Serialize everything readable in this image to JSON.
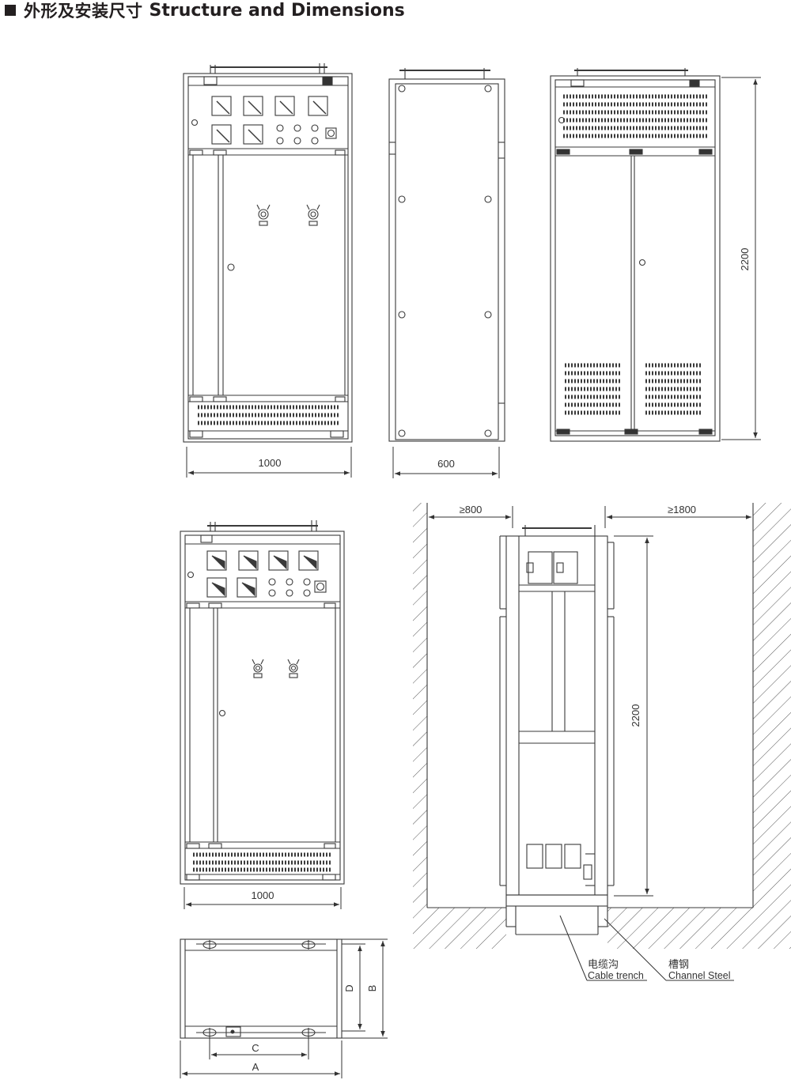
{
  "header": {
    "title_zh": "外形及安装尺寸",
    "title_en": "Structure and Dimensions"
  },
  "dimensions": {
    "front_width": "1000",
    "side_depth": "600",
    "rear_height": "2200",
    "front2_width": "1000",
    "clear_front": "≥800",
    "clear_rear": "≥1800",
    "section_height": "2200",
    "base_c": "C",
    "base_a": "A",
    "base_d": "D",
    "base_b": "B"
  },
  "callouts": {
    "trench_zh": "电缆沟",
    "trench_en": "Cable trench",
    "steel_zh": "槽钢",
    "steel_en": "Channel Steel"
  },
  "colors": {
    "line": "#3a3a3a",
    "text": "#333333"
  }
}
